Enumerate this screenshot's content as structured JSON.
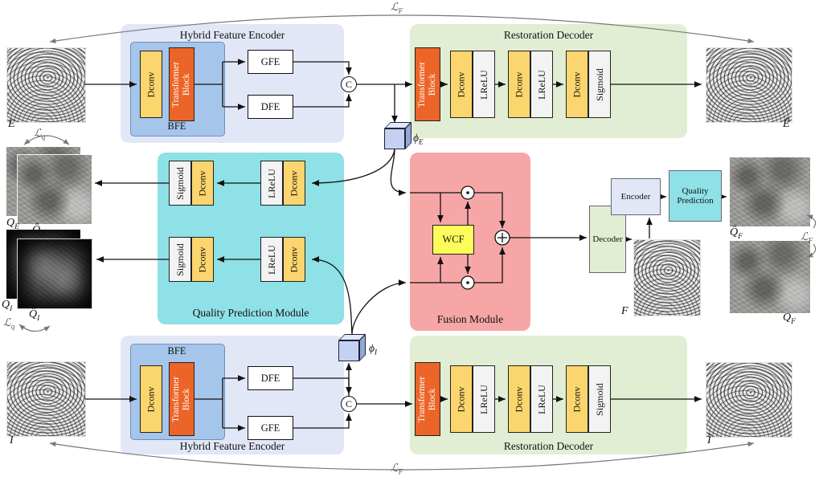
{
  "colors": {
    "lavender": "#e2e7f7",
    "blue": "#a6c5eb",
    "yellow": "#fbd56d",
    "orange": "#ec6528",
    "green": "#e2eed4",
    "cyan": "#8ee1e6",
    "pink": "#f6a6a6",
    "wcf": "#fdfd5a",
    "white_block": "#f3f3f3",
    "cube_front": "#c4d1f2",
    "cube_top": "#e0e8fb",
    "cube_side": "#93a8da"
  },
  "glossary": {
    "dconv": "Dconv",
    "lrelu": "LReLU",
    "sigmoid": "Sigmoid",
    "transformer": "Transformer Block",
    "gfe": "GFE",
    "dfe": "DFE",
    "bfe": "BFE",
    "concat": "C",
    "wcf": "WCF",
    "encoder": "Encoder",
    "decoder": "Decoder",
    "quality_prediction": "Quality Prediction"
  },
  "sections": {
    "hybrid_feature_encoder": "Hybrid Feature Encoder",
    "restoration_decoder": "Restoration Decoder",
    "restoration_decoder_bottom": "Restoration  Decoder",
    "quality_prediction_module": "Quality Prediction Module",
    "fusion_module": "Fusion Module"
  },
  "labels": {
    "e": "E",
    "e_hat": "Ê",
    "i": "I",
    "i_hat": "Î",
    "f": "F",
    "q": "Q",
    "q_hat": "Q̂",
    "phi": "ϕ",
    "loss": "ℒ",
    "sub_e": "E",
    "sub_i": "I",
    "sub_f": "F",
    "sub_q": "q"
  }
}
